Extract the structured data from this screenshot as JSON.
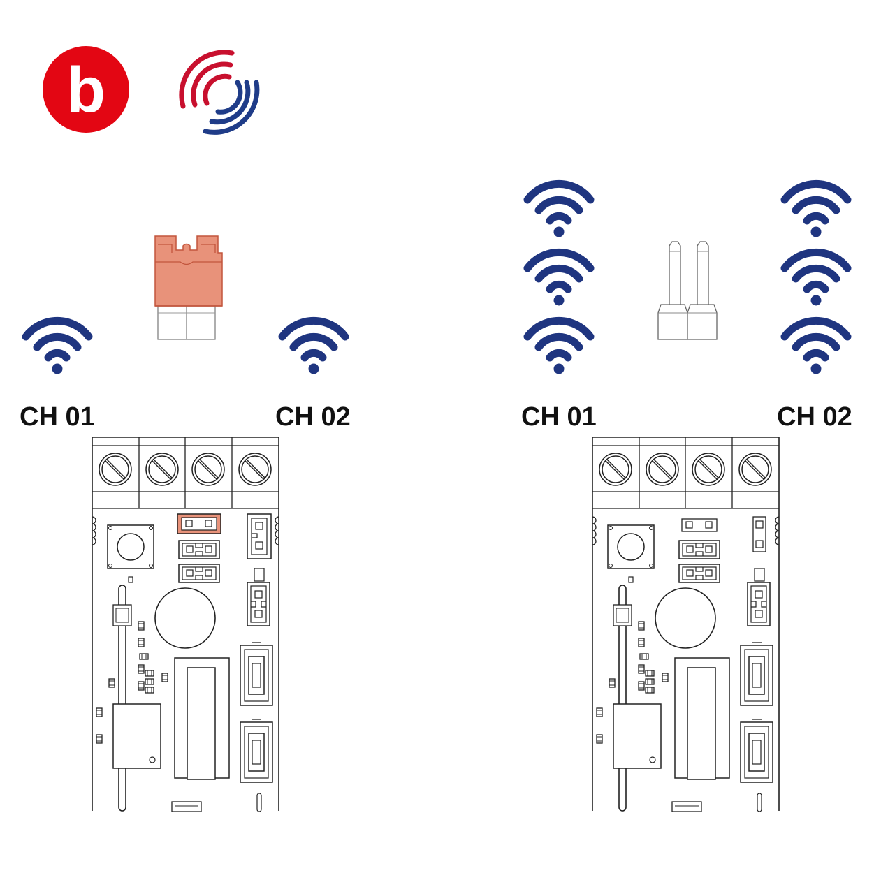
{
  "brand": {
    "logo_letter": "b",
    "logo_color": "#e30613",
    "signal_red": "#c8102e",
    "signal_blue": "#1f3c88"
  },
  "colors": {
    "wifi": "#1f3580",
    "jumper_fill": "#e8927a",
    "jumper_stroke": "#c2553c",
    "line": "#222222"
  },
  "left_panel": {
    "mode": "jumper-on",
    "icon": "jumper-cap-icon",
    "ch1_label": "CH 01",
    "ch2_label": "CH 02",
    "ch1_wifi_count": 1,
    "ch2_wifi_count": 1
  },
  "right_panel": {
    "mode": "jumper-off",
    "icon": "open-pins-icon",
    "ch1_label": "CH 01",
    "ch2_label": "CH 02",
    "ch1_wifi_count": 3,
    "ch2_wifi_count": 3
  }
}
